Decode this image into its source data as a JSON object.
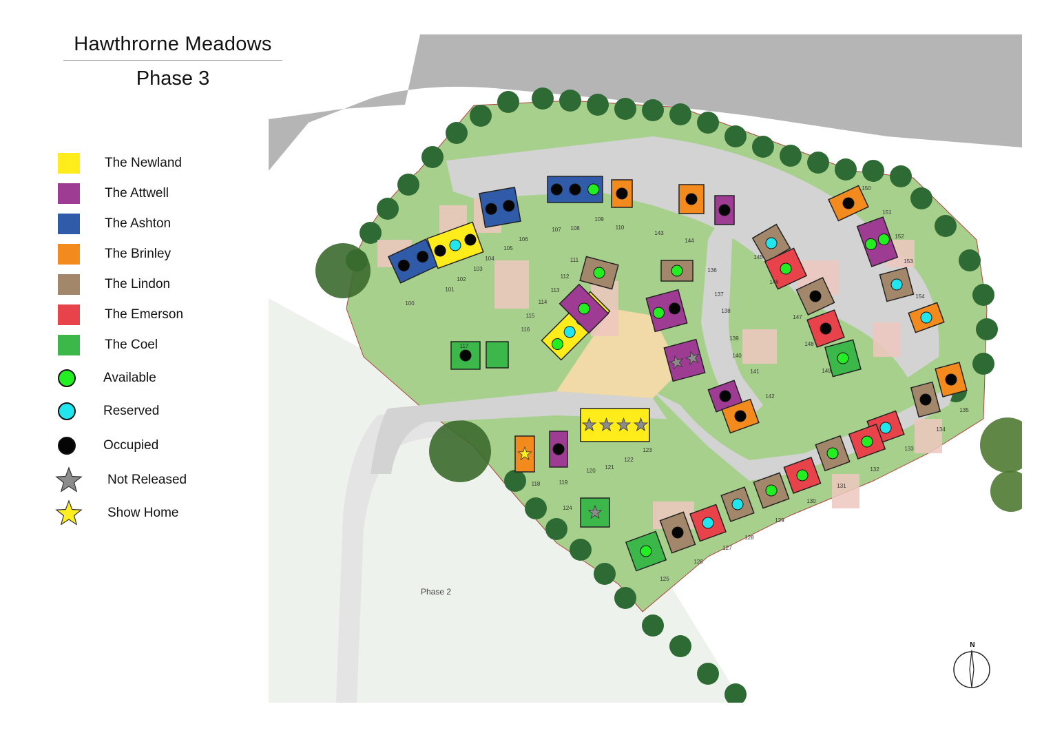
{
  "header": {
    "title": "Hawthrorne Meadows",
    "subtitle": "Phase 3"
  },
  "legend": [
    {
      "label": "The Newland",
      "kind": "house",
      "color": "#ffec1a"
    },
    {
      "label": "The Attwell",
      "kind": "house",
      "color": "#9e3b92"
    },
    {
      "label": "The Ashton",
      "kind": "house",
      "color": "#2f5ba8"
    },
    {
      "label": "The Brinley",
      "kind": "house",
      "color": "#f28a1e"
    },
    {
      "label": "The Lindon",
      "kind": "house",
      "color": "#a2876b"
    },
    {
      "label": "The Emerson",
      "kind": "house",
      "color": "#e8434b"
    },
    {
      "label": "The Coel",
      "kind": "house",
      "color": "#3cb84a"
    },
    {
      "label": "Available",
      "kind": "status",
      "color": "#22ee22"
    },
    {
      "label": "Reserved",
      "kind": "status",
      "color": "#22e6ee"
    },
    {
      "label": "Occupied",
      "kind": "status",
      "color": "#050505"
    },
    {
      "label": "Not Released",
      "kind": "star",
      "color": "#8c8c8c"
    },
    {
      "label": "Show Home",
      "kind": "star",
      "color": "#ffee22"
    }
  ],
  "map": {
    "previous_phase_label": "Phase 2",
    "plot_numbers": [
      "100",
      "101",
      "102",
      "103",
      "104",
      "105",
      "106",
      "107",
      "108",
      "109",
      "110",
      "111",
      "112",
      "113",
      "114",
      "115",
      "116",
      "117",
      "118",
      "119",
      "120",
      "121",
      "122",
      "123",
      "124",
      "125",
      "126",
      "127",
      "128",
      "129",
      "130",
      "131",
      "132",
      "133",
      "134",
      "135",
      "136",
      "137",
      "138",
      "139",
      "140",
      "141",
      "142",
      "143",
      "144",
      "145",
      "146",
      "147",
      "148",
      "149",
      "150",
      "151",
      "152",
      "153",
      "154"
    ]
  },
  "compass": {
    "label": "N"
  }
}
